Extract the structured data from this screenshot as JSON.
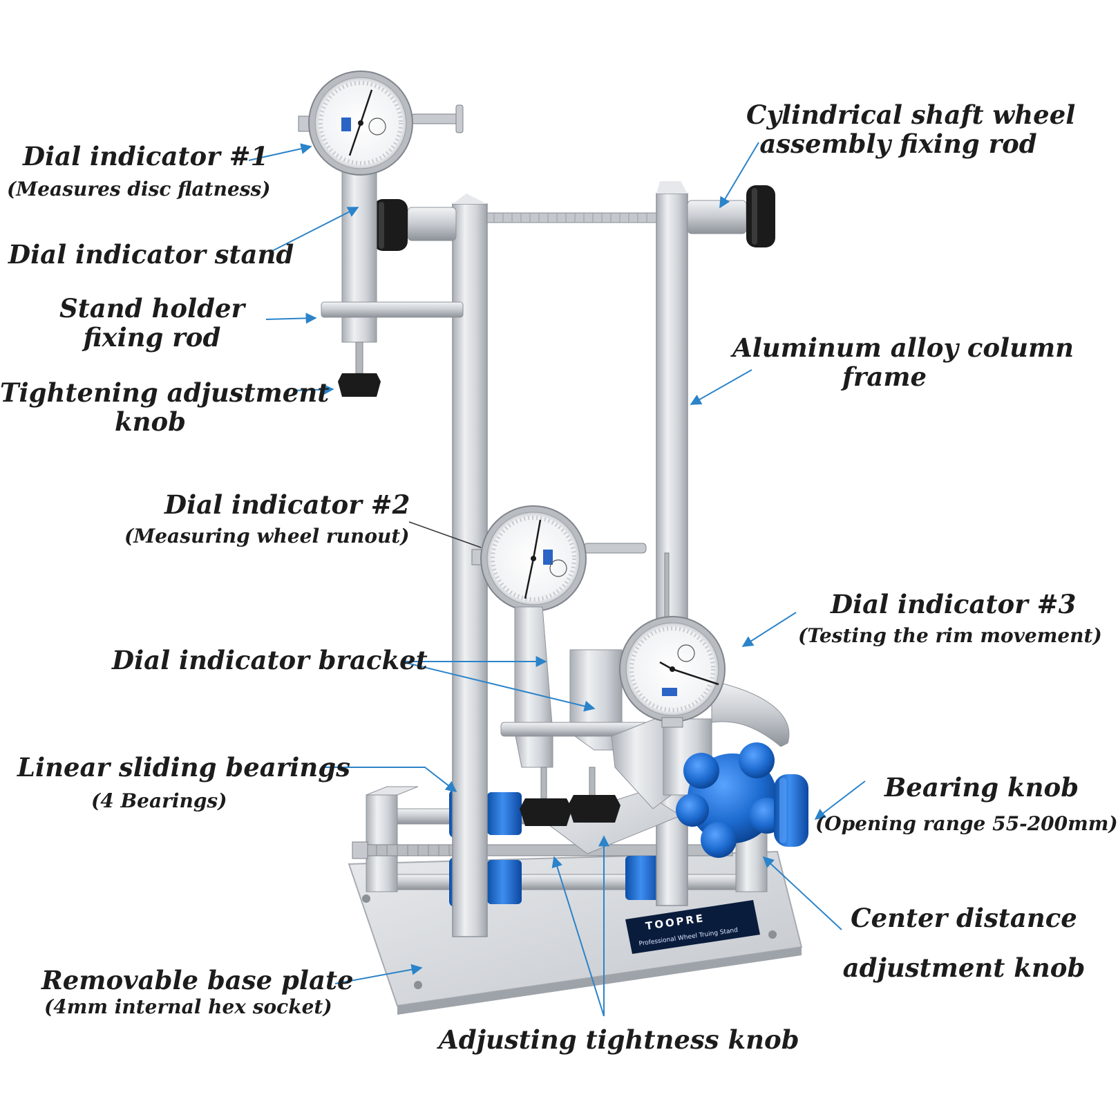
{
  "labels": {
    "dial1": {
      "title": "Dial indicator #1",
      "sub": "(Measures disc flatness)"
    },
    "dial_stand": "Dial indicator stand",
    "stand_holder": {
      "line1": "Stand holder",
      "line2": "fixing rod"
    },
    "tightening_knob": {
      "line1": "Tightening adjustment",
      "line2": "knob"
    },
    "shaft_rod": {
      "line1": "Cylindrical shaft wheel",
      "line2": "assembly fixing rod"
    },
    "column_frame": {
      "line1": "Aluminum alloy column",
      "line2": "frame"
    },
    "dial2": {
      "title": "Dial indicator #2",
      "sub": "(Measuring wheel runout)"
    },
    "dial3": {
      "title": "Dial indicator #3",
      "sub": "(Testing the rim movement)"
    },
    "dial_bracket": "Dial indicator bracket",
    "linear_bearings": {
      "title": "Linear sliding bearings",
      "sub": "(4 Bearings)"
    },
    "bearing_knob": {
      "title": "Bearing knob",
      "sub": "(Opening range 55-200mm)"
    },
    "center_knob": {
      "line1": "Center distance",
      "line2": "adjustment knob"
    },
    "base_plate": {
      "title": "Removable base plate",
      "sub": "(4mm internal hex socket)"
    },
    "adjusting_knob": "Adjusting tightness knob"
  },
  "brand": {
    "name": "TOOPRE",
    "tagline": "Professional Wheel Truing Stand"
  },
  "colors": {
    "arrow": "#2b83c9",
    "aluminum": "#c9cdd2",
    "anodized_blue": "#1f6fd1",
    "knob_black": "#1b1b1b",
    "text": "#1c1c1c"
  }
}
